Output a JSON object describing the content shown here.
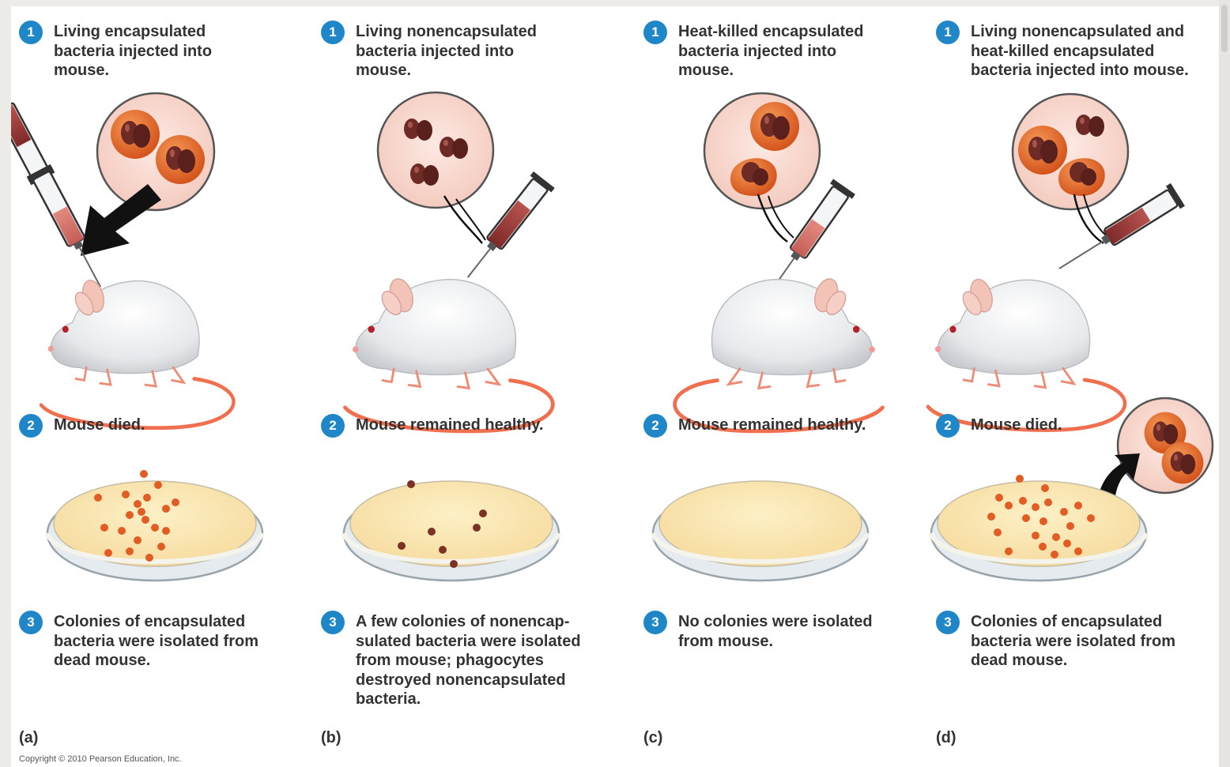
{
  "panels": [
    {
      "letter": "(a)",
      "step1": "Living encapsulated\nbacteria injected into\nmouse.",
      "step2": "Mouse died.",
      "step3": "Colonies of encapsulated\nbacteria were isolated from\ndead mouse."
    },
    {
      "letter": "(b)",
      "step1": "Living nonencapsulated\nbacteria injected into\nmouse.",
      "step2": "Mouse remained healthy.",
      "step3": "A few colonies of nonencap-\nsulated bacteria were isolated\nfrom mouse; phagocytes\ndestroyed nonencapsulated\nbacteria."
    },
    {
      "letter": "(c)",
      "step1": "Heat-killed encapsulated\nbacteria injected into\nmouse.",
      "step2": "Mouse remained healthy.",
      "step3": "No colonies were isolated\nfrom mouse."
    },
    {
      "letter": "(d)",
      "step1": "Living nonencapsulated and\nheat-killed encapsulated\nbacteria injected into mouse.",
      "step2": "Mouse died.",
      "step3": "Colonies of encapsulated\nbacteria were isolated from\ndead mouse."
    }
  ],
  "step_numbers": [
    "1",
    "2",
    "3"
  ],
  "copyright": "Copyright © 2010 Pearson Education, Inc.",
  "colors": {
    "step_badge": "#1f86c8",
    "encapsulated_capsule": "#e96a2e",
    "bacterium": "#6e2a24",
    "agar": "#fbe5ad",
    "zoom_circle": "#f8d8cf"
  }
}
